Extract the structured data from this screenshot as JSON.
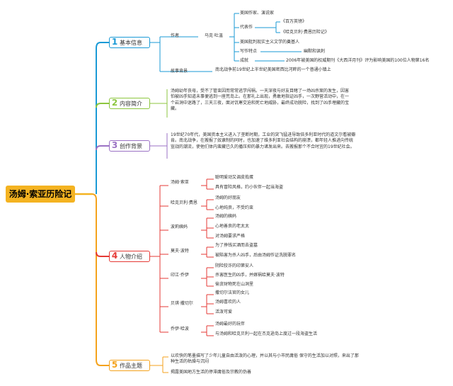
{
  "root": "汤姆·索亚历险记",
  "colors": {
    "root": "#f4b321",
    "s1": "#1a9ad6",
    "s2": "#8dc63f",
    "s3": "#9b72c4",
    "s4": "#e53935",
    "s5": "#f4a21c",
    "line": "#9aa0a6"
  },
  "s1": {
    "num": "1",
    "title": "基本信息",
    "author_label": "作者",
    "author_name": "马克·吐温",
    "a1": "美国作家、演说家",
    "rep_label": "代表作",
    "rep1": "《百万英镑》",
    "rep2": "《哈克贝利·费恩历险记》",
    "a3": "美国批判现实主义文学的奠基人",
    "style_label": "写作特点",
    "style": "幽默和讽刺",
    "ach_label": "成就",
    "ach": "2006年被美国的权威期刊《大西洋月刊》评为影响美国的100位人物第16名",
    "bg_label": "故事背景",
    "bg": "南北战争前19世纪上半世纪美国密西比河畔的一个普通小镇上"
  },
  "s2": {
    "num": "2",
    "title": "内容简介",
    "text": "汤姆幼年丧母，受不了管束因而常常逃学闯祸。一天深夜与好友目睹了一场凶杀案的发生，因害怕被凶手知道未事便逃到一座荒岛上。在那礼上出现，勇敢地指证凶手，一次野营活动中，在一个岩洞中迷路了，三天三夜，面对饥寒交迫和死亡地威胁，最终成功脱险，找到了凶手埋藏的宝藏。"
  },
  "s3": {
    "num": "3",
    "title": "创作背景",
    "text": "19世纪70年代，美国资本主义进入了垄断时期，工业的突飞猛进导致倍多利亚时代的道文尔看被瓣肯。南北战争，在搬报了奴隶制的同时，也加速了维多利亚社会结构的崩溃，都年轻人推进向传统宣战的潮流，使他们体内蛮藏已久的播压抑的暴力诸发出来。去搬报那个不合时宜的19世纪社会。"
  },
  "s4": {
    "num": "4",
    "title": "人物介绍",
    "chars": [
      {
        "name": "汤姆·索亚",
        "traits": [
          "聪明爱动又调皮捣蛋",
          "具有冒险风格，约小伙伴一起当海盗"
        ]
      },
      {
        "name": "哈克贝利·费恩",
        "traits": [
          "汤姆的好朋友",
          "心地纯良，不受约束"
        ]
      },
      {
        "name": "波莉姨妈",
        "traits": [
          "汤姆的姨妈",
          "心地善良的老太太",
          "对汤姆要求严格"
        ]
      },
      {
        "name": "莫夫·波特",
        "traits": [
          "为了挣钱买酒而去盗墓",
          "被陷害为杀人凶手，后由汤姆作证洗脱罪名"
        ]
      },
      {
        "name": "印江·乔伊",
        "traits": [
          "阴险狡诈的印第安人",
          "杀害医生的凶手，并嫁祸给莫夫·波特",
          "偷贪财物死在山洞里"
        ]
      },
      {
        "name": "贝琪·撒切尔",
        "traits": [
          "撒切尔法官的女儿",
          "汤姆喜欢的人",
          "活泼可爱"
        ]
      },
      {
        "name": "乔伊·哈波",
        "traits": [
          "汤姆最好的玩伴",
          "与汤姆和哈克贝利一起在杰克逊岛上度过一段海盗生活"
        ]
      }
    ]
  },
  "s5": {
    "num": "5",
    "title": "作品主题",
    "t1": "以欢快的笔墨描写了少年儿童自由活泼的心理，并以其与小市民庸俗 保守的生活加以对照，来出了那种生活的枯燥与沉闷",
    "t2": "揭露美国地方生活的停滞庸俗及宗教的伪善"
  }
}
